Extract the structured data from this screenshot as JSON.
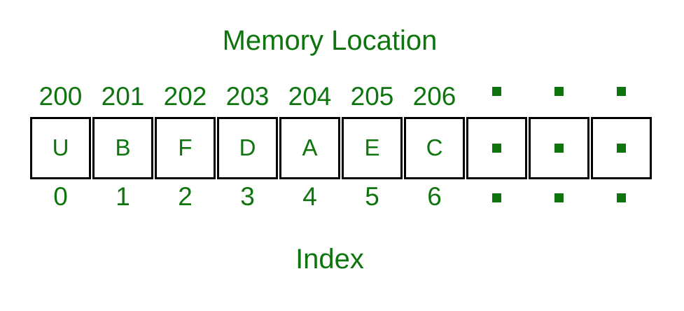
{
  "diagram": {
    "title": "Memory Location",
    "index_label": "Index",
    "colors": {
      "text_green": "#0e750e",
      "box_border": "#000000",
      "background": "#ffffff"
    },
    "cells": [
      {
        "address": "200",
        "value": "U",
        "index": "0",
        "placeholder": false
      },
      {
        "address": "201",
        "value": "B",
        "index": "1",
        "placeholder": false
      },
      {
        "address": "202",
        "value": "F",
        "index": "2",
        "placeholder": false
      },
      {
        "address": "203",
        "value": "D",
        "index": "3",
        "placeholder": false
      },
      {
        "address": "204",
        "value": "A",
        "index": "4",
        "placeholder": false
      },
      {
        "address": "205",
        "value": "E",
        "index": "5",
        "placeholder": false
      },
      {
        "address": "206",
        "value": "C",
        "index": "6",
        "placeholder": false
      },
      {
        "address": "",
        "value": "",
        "index": "",
        "placeholder": true
      },
      {
        "address": "",
        "value": "",
        "index": "",
        "placeholder": true
      },
      {
        "address": "",
        "value": "",
        "index": "",
        "placeholder": true
      }
    ]
  }
}
